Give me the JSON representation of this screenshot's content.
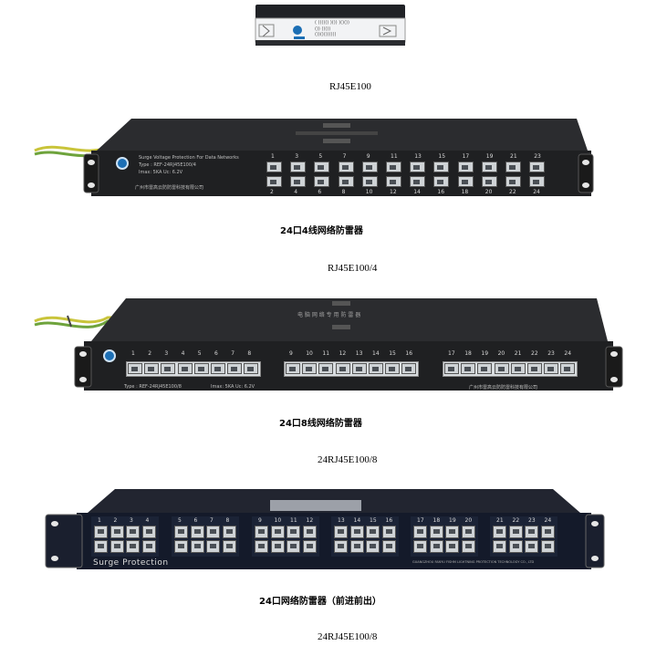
{
  "products": [
    {
      "model": "RJ45E100",
      "device_label": [
        "( ))()() )()) )()())",
        "()) ()())",
        "())()())()()"
      ]
    },
    {
      "title_cn": "24口4线网络防雷器",
      "model": "RJ45E100/4",
      "panel_label": "Surge Voltage Protection For Data Networks",
      "panel_type": "Type : REF-24RJ45E100/4",
      "panel_spec": "Imax: 5KA   Uc: 6.2V",
      "maker": "广州市雷高云防防雷科技有限公司",
      "ports_top": [
        "1",
        "3",
        "5",
        "7",
        "9",
        "11",
        "13",
        "15",
        "17",
        "19",
        "21",
        "23"
      ],
      "ports_bottom": [
        "2",
        "4",
        "6",
        "8",
        "10",
        "12",
        "14",
        "16",
        "18",
        "20",
        "22",
        "24"
      ]
    },
    {
      "title_cn": "24口8线网络防雷器",
      "model": "24RJ45E100/8",
      "top_label": "电  脑  网  络  专  用  防  雷  器",
      "panel_type": "Type : REF-24RJ45E100/8",
      "panel_spec": "Imax: 5KA   Uc: 6.2V",
      "maker": "广州市雷高云防防雷科技有限公司",
      "groups": [
        [
          "1",
          "2",
          "3",
          "4",
          "5",
          "6",
          "7",
          "8"
        ],
        [
          "9",
          "10",
          "11",
          "12",
          "13",
          "14",
          "15",
          "16"
        ],
        [
          "17",
          "18",
          "19",
          "20",
          "21",
          "22",
          "23",
          "24"
        ]
      ]
    },
    {
      "title_cn": "24口网络防雷器（前进前出）",
      "model": "24RJ45E100/8",
      "panel_label": "Surge Protection",
      "maker_en": "GUANGZHOU FANYU FISHM LIGHTNING PROTECTION TECHNOLOGY CO., LTD",
      "groups": [
        [
          "1",
          "2",
          "3",
          "4"
        ],
        [
          "5",
          "6",
          "7",
          "8"
        ],
        [
          "9",
          "10",
          "11",
          "12"
        ],
        [
          "13",
          "14",
          "15",
          "16"
        ],
        [
          "17",
          "18",
          "19",
          "20"
        ],
        [
          "21",
          "22",
          "23",
          "24"
        ]
      ]
    }
  ],
  "colors": {
    "chassis": "#1f2022",
    "chassis_top": "#2b2c2f",
    "cable_yellow": "#c9c43a",
    "cable_green": "#6ea33c",
    "port_face": "#cfd3d6",
    "navy_panel": "#141a2a"
  }
}
